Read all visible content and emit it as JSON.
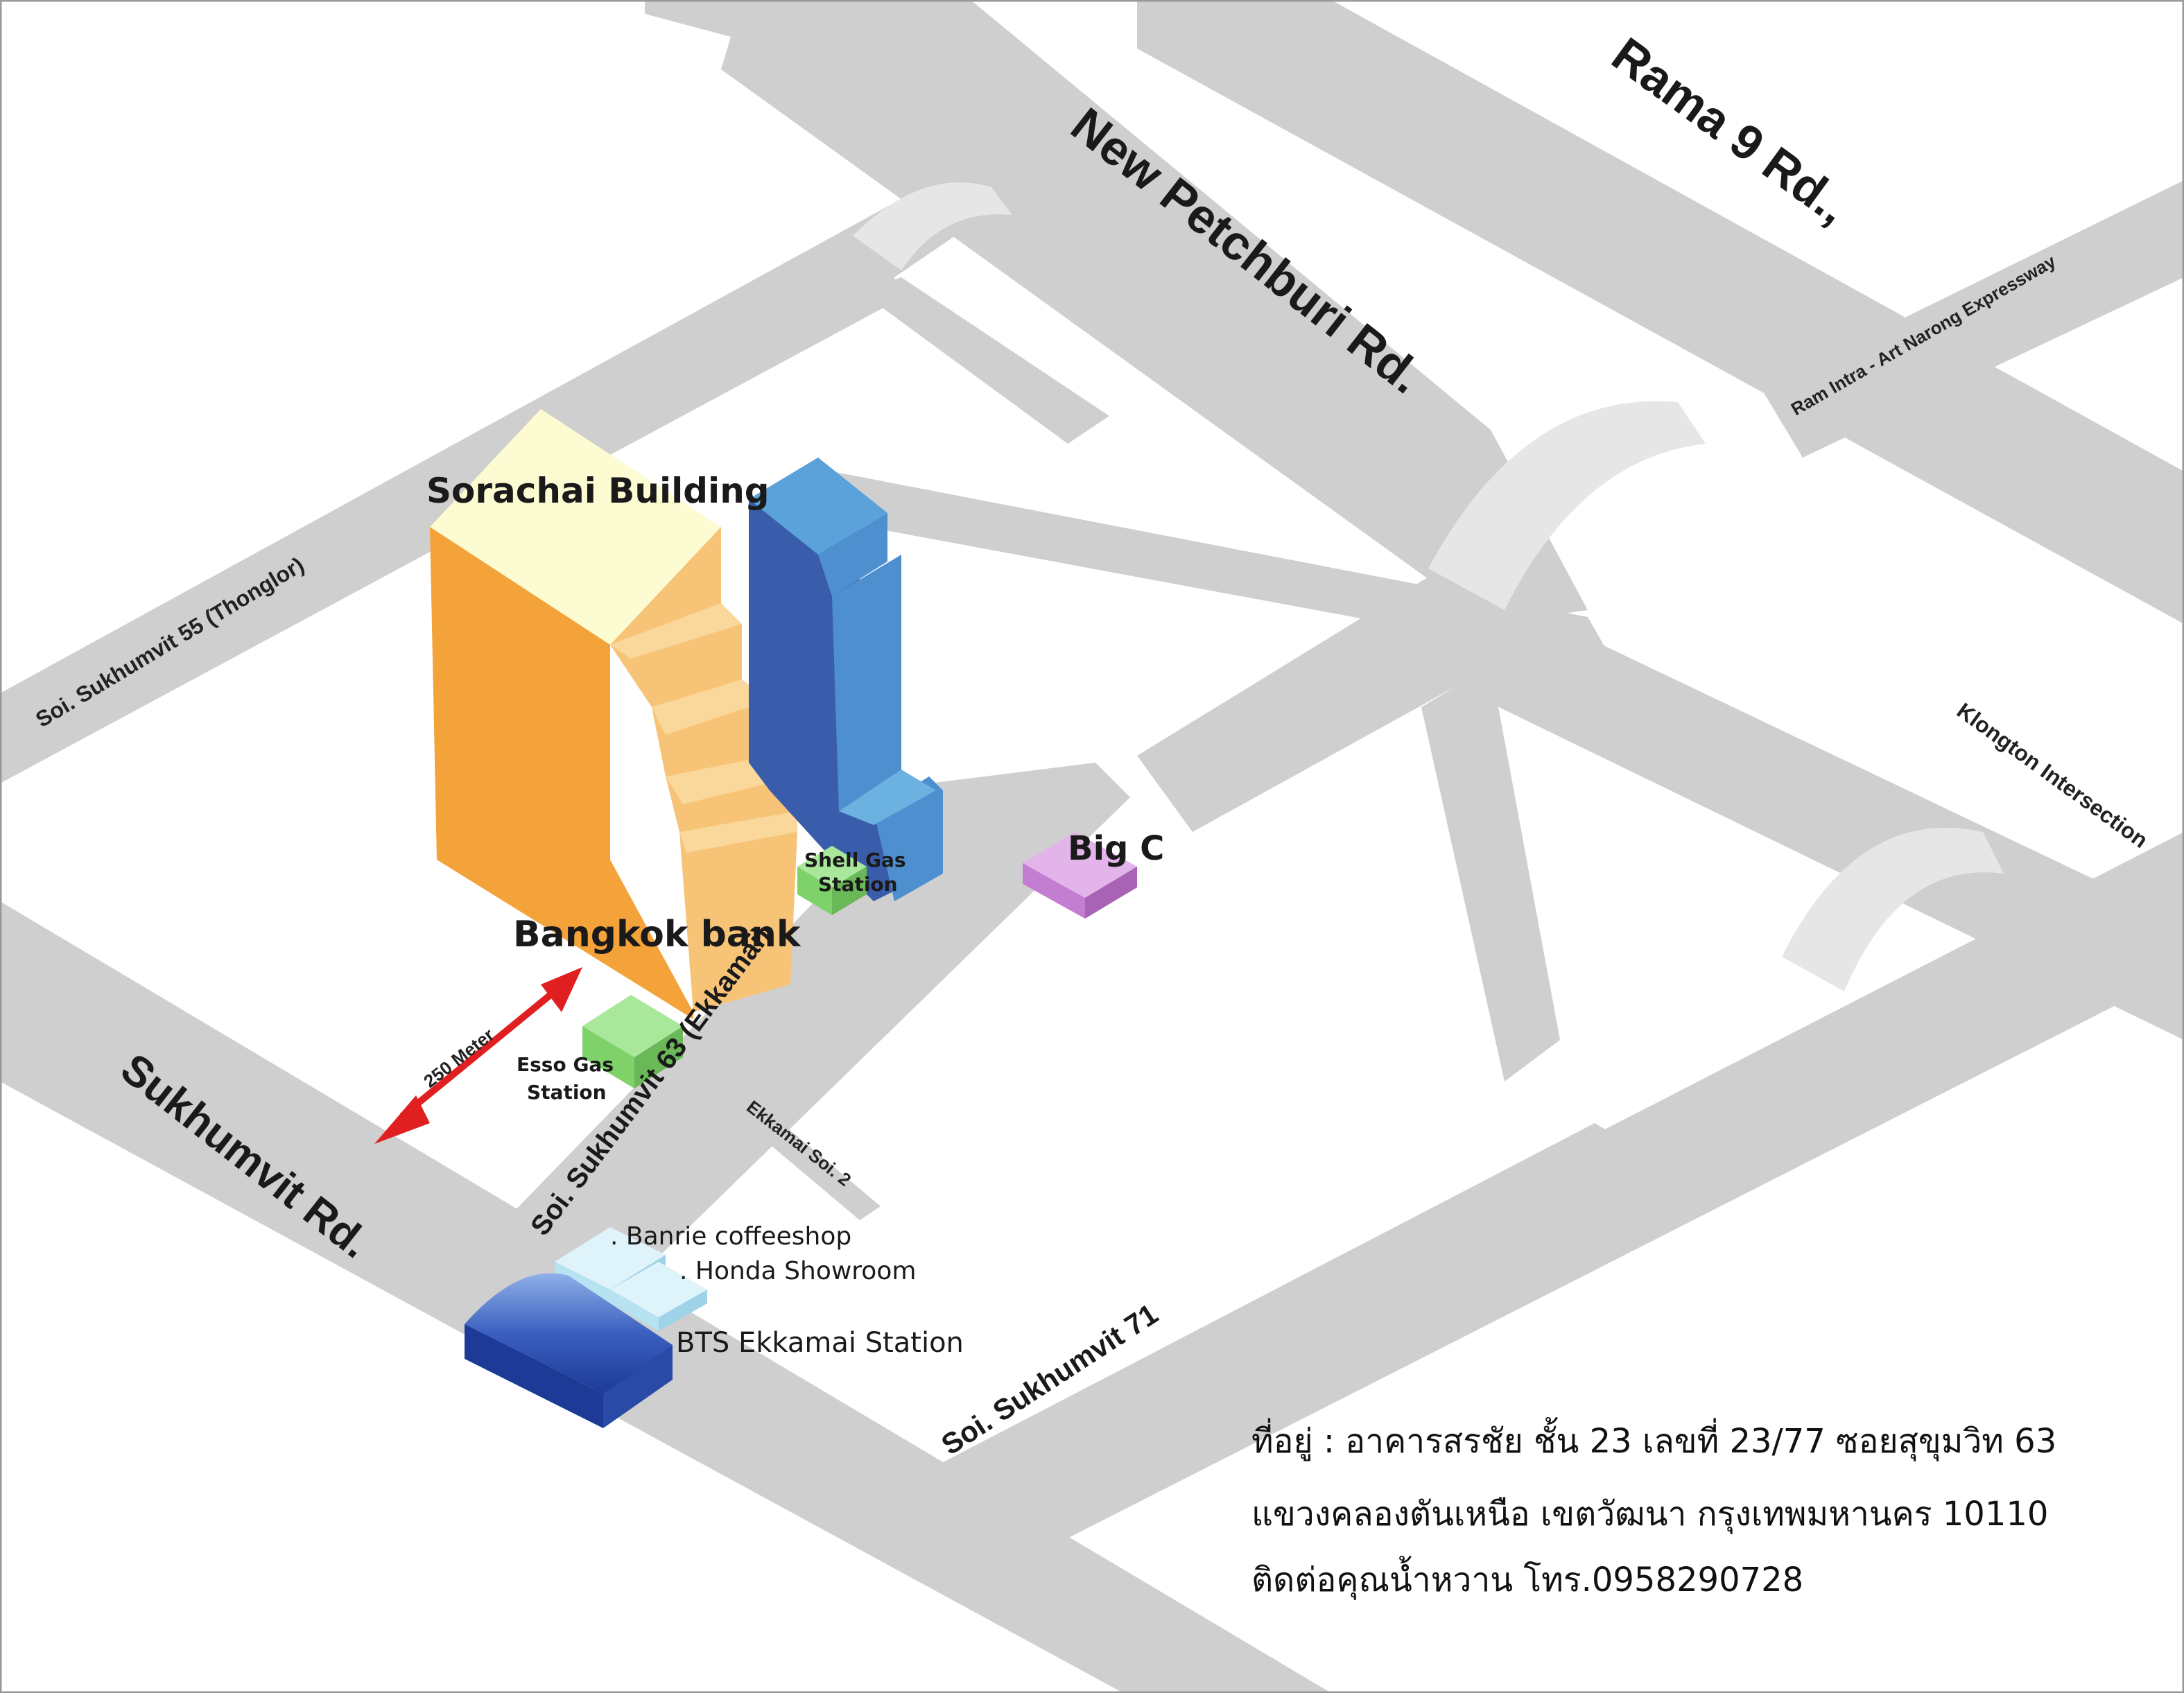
{
  "map": {
    "roads": {
      "rama9": "Rama 9 Rd.,",
      "new_petchburi": "New Petchburi Rd.",
      "ram_intra": "Ram Intra - Art Narong Expressway",
      "thonglor": "Soi. Sukhumvit 55 (Thonglor)",
      "klongton": "Klongton Intersection",
      "sukhumvit": "Sukhumvit Rd.",
      "ekkamai": "Soi. Sukhumvit 63 (Ekkamai)",
      "ekkamai_soi2": "Ekkamai Soi. 2",
      "sukhumvit71": "Soi. Sukhumvit 71"
    },
    "landmarks": {
      "sorachai": "Sorachai Building",
      "bangkok_bank": "Bangkok bank",
      "shell_line1": "Shell Gas",
      "shell_line2": "Station",
      "esso_line1": "Esso Gas",
      "esso_line2": "Station",
      "big_c": "Big C",
      "banrie": ". Banrie coffeeshop",
      "honda": ". Honda Showroom",
      "bts": "BTS Ekkamai Station"
    },
    "distance": "250 Meter",
    "colors": {
      "road": "#cfcfcf",
      "sorachai_front": "#f4a23a",
      "sorachai_side": "#f7c477",
      "sorachai_top": "#fdfbd2",
      "tower_front": "#3a5dab",
      "tower_side": "#4e8fd0",
      "gas_station": "#7fd16a",
      "big_c": "#c47ed1",
      "bts": "#2a4aa8",
      "arrow": "#e02020"
    }
  },
  "address": {
    "line1": "ที่อยู่ : อาคารสรชัย ชั้น 23 เลขที่ 23/77 ซอยสุขุมวิท 63",
    "line2": "แขวงคลองตันเหนือ เขตวัฒนา กรุงเทพมหานคร 10110",
    "line3": "ติดต่อคุณน้ำหวาน โทร.0958290728"
  }
}
